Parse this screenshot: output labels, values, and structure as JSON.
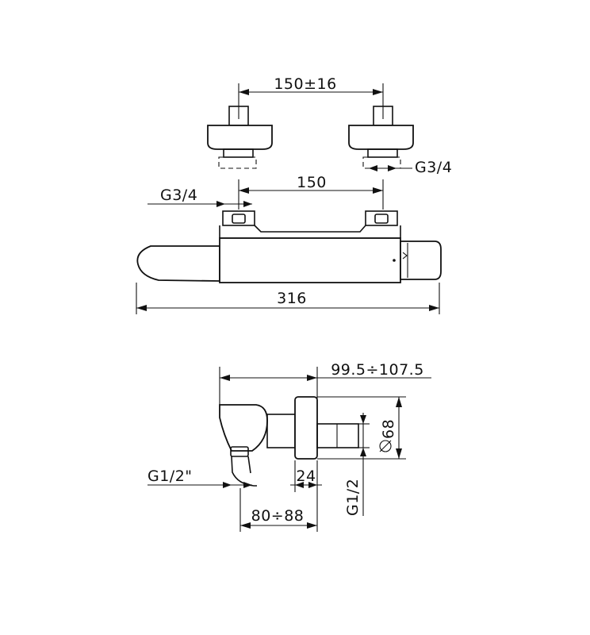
{
  "drawing": {
    "dimensions": {
      "inlet_spacing": "150±16",
      "connection_spacing": "150",
      "thread_right": "G3/4",
      "thread_left": "G3/4",
      "overall_length": "316",
      "wall_projection": "99.5÷107.5",
      "diameter": "68",
      "outlet_thread": "G1/2\"",
      "dim_24": "24",
      "outlet_depth": "80÷88",
      "thread_vertical": "G1/2"
    }
  }
}
